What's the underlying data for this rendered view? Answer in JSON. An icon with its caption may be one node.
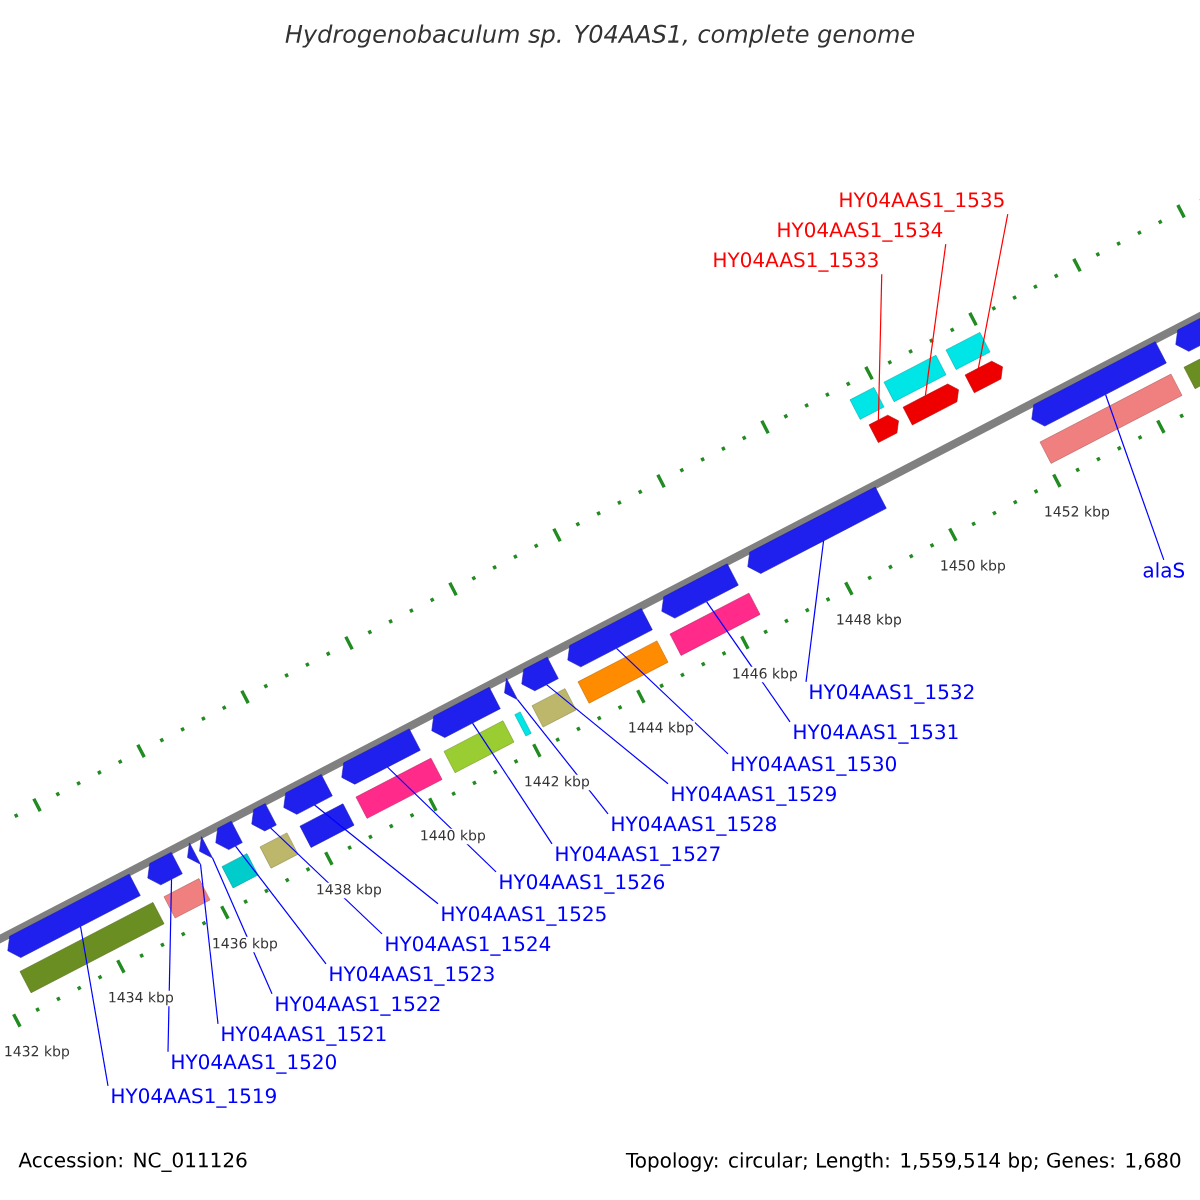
{
  "diagram": {
    "title": "Hydrogenobaculum sp. Y04AAS1, complete genome",
    "nodes": [
      {
        "text": [
          "HY04AAS1_1535"
        ]
      },
      {
        "text": [
          "HY04AAS1_1534"
        ]
      },
      {
        "text": [
          "HY04AAS1_1533"
        ]
      },
      {
        "text": [
          "alaS"
        ]
      },
      {
        "text": [
          "HY04AAS1_1532"
        ]
      },
      {
        "text": [
          "HY04AAS1_1531"
        ]
      },
      {
        "text": [
          "HY04AAS1_1530"
        ]
      },
      {
        "text": [
          "HY04AAS1_1529"
        ]
      },
      {
        "text": [
          "HY04AAS1_1528"
        ]
      },
      {
        "text": [
          "HY04AAS1_1527"
        ]
      },
      {
        "text": [
          "HY04AAS1_1526"
        ]
      },
      {
        "text": [
          "HY04AAS1_1525"
        ]
      },
      {
        "text": [
          "HY04AAS1_1524"
        ]
      },
      {
        "text": [
          "HY04AAS1_1523"
        ]
      },
      {
        "text": [
          "HY04AAS1_1522"
        ]
      },
      {
        "text": [
          "HY04AAS1_1521"
        ]
      },
      {
        "text": [
          "HY04AAS1_1520"
        ]
      },
      {
        "text": [
          "HY04AAS1_1519"
        ]
      },
      {
        "text": [],
        "shape": "box"
      },
      {
        "text": [],
        "shape": "box"
      },
      {
        "text": [],
        "shape": "box"
      },
      {
        "text": [],
        "shape": "pentagon"
      },
      {
        "text": [],
        "shape": "pentagon"
      },
      {
        "text": [],
        "shape": "pentagon"
      },
      {
        "text": [],
        "shape": "pentagon"
      },
      {
        "text": [],
        "shape": "pentagon"
      },
      {
        "text": [],
        "shape": "pentagon"
      },
      {
        "text": [],
        "shape": "pentagon"
      },
      {
        "text": [],
        "shape": "pentagon"
      },
      {
        "text": [],
        "shape": "pentagon"
      },
      {
        "text": [],
        "shape": "pentagon"
      },
      {
        "text": [],
        "shape": "pentagon"
      },
      {
        "text": [],
        "shape": "pentagon"
      },
      {
        "text": [],
        "shape": "pentagon"
      },
      {
        "text": [],
        "shape": "pentagon"
      },
      {
        "text": [],
        "shape": "pentagon"
      },
      {
        "text": [],
        "shape": "pentagon"
      },
      {
        "text": [],
        "shape": "pentagon"
      },
      {
        "text": [],
        "shape": "pentagon"
      },
      {
        "text": [],
        "shape": "pentagon"
      },
      {
        "text": [],
        "shape": "box"
      },
      {
        "text": [],
        "shape": "box"
      },
      {
        "text": [],
        "shape": "box"
      },
      {
        "text": [],
        "shape": "box"
      },
      {
        "text": [],
        "shape": "box"
      },
      {
        "text": [],
        "shape": "box"
      },
      {
        "text": [],
        "shape": "box"
      },
      {
        "text": [],
        "shape": "box"
      },
      {
        "text": [],
        "shape": "box"
      },
      {
        "text": [],
        "shape": "box"
      },
      {
        "text": [],
        "shape": "box"
      },
      {
        "text": [],
        "shape": "box"
      },
      {
        "text": [],
        "shape": "box"
      }
    ],
    "edges": [
      {
        "from": 0,
        "to": 23,
        "arrow": "none",
        "color": "#ff0000"
      },
      {
        "from": 1,
        "to": 22,
        "arrow": "none",
        "color": "#ff0000"
      },
      {
        "from": 2,
        "to": 21,
        "arrow": "none",
        "color": "#ff0000"
      },
      {
        "from": 3,
        "to": 38,
        "arrow": "none"
      },
      {
        "from": 4,
        "to": 37,
        "arrow": "none"
      },
      {
        "from": 5,
        "to": 36,
        "arrow": "none"
      },
      {
        "from": 6,
        "to": 35,
        "arrow": "none"
      },
      {
        "from": 7,
        "to": 34,
        "arrow": "none"
      },
      {
        "from": 8,
        "to": 33,
        "arrow": "none"
      },
      {
        "from": 9,
        "to": 32,
        "arrow": "none"
      },
      {
        "from": 10,
        "to": 31,
        "arrow": "none"
      },
      {
        "from": 11,
        "to": 30,
        "arrow": "none"
      },
      {
        "from": 12,
        "to": 29,
        "arrow": "none"
      },
      {
        "from": 13,
        "to": 28,
        "arrow": "none"
      },
      {
        "from": 14,
        "to": 27,
        "arrow": "none"
      },
      {
        "from": 15,
        "to": 26,
        "arrow": "none"
      },
      {
        "from": 16,
        "to": 25,
        "arrow": "none"
      },
      {
        "from": 17,
        "to": 24,
        "arrow": "none"
      }
    ],
    "labels": [
      "1452 kbp",
      "1450 kbp",
      "1448 kbp",
      "1446 kbp",
      "1444 kbp",
      "1442 kbp",
      "1440 kbp",
      "1438 kbp",
      "1436 kbp",
      "1434 kbp",
      "1432 kbp",
      "Accession: NC_011126",
      "Topology: circular; Length: 1,559,514 bp; Genes: 1,680"
    ]
  }
}
